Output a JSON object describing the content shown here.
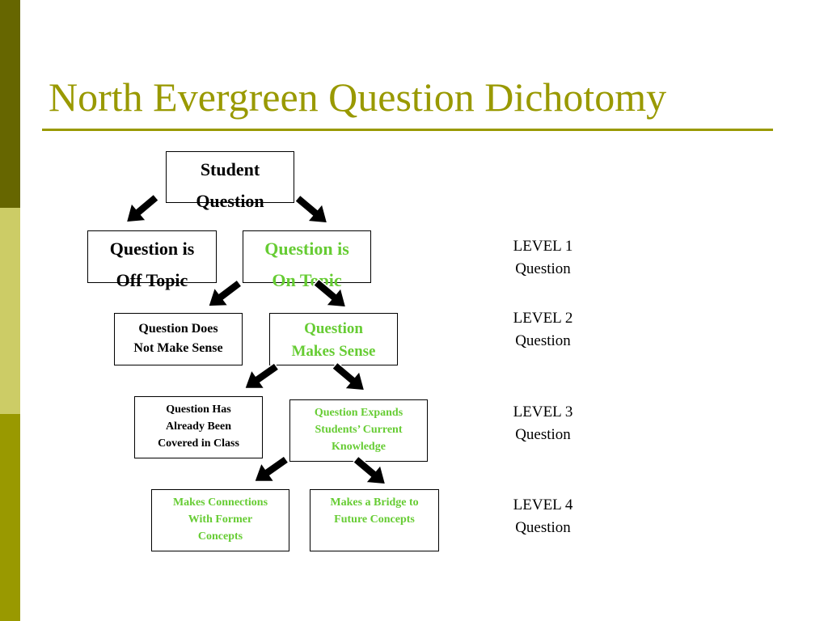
{
  "slide": {
    "title": "North Evergreen Question Dichotomy",
    "colors": {
      "title": "#999900",
      "sidebar_dark": "#666600",
      "sidebar_light": "#cccc66",
      "sidebar_mid": "#999900",
      "green_text": "#66cc33",
      "black_text": "#000000"
    }
  },
  "diagram": {
    "nodes": {
      "student_question": {
        "lines": [
          "Student",
          "Question"
        ]
      },
      "off_topic": {
        "lines": [
          "Question is",
          "Off Topic"
        ]
      },
      "on_topic": {
        "lines": [
          "Question is",
          "On Topic"
        ]
      },
      "does_not_make_sense": {
        "lines": [
          "Question Does",
          "Not Make Sense"
        ]
      },
      "makes_sense": {
        "lines": [
          "Question",
          "Makes Sense"
        ]
      },
      "already_covered": {
        "lines": [
          "Question Has",
          "Already Been",
          "Covered in Class"
        ]
      },
      "expands_knowledge": {
        "lines": [
          "Question Expands",
          "Students’ Current",
          "Knowledge"
        ]
      },
      "makes_connections": {
        "lines": [
          "Makes Connections",
          "With Former",
          "Concepts"
        ]
      },
      "makes_bridge": {
        "lines": [
          "Makes a Bridge to",
          "Future Concepts"
        ]
      }
    },
    "edges": [
      {
        "from": "student_question",
        "to": "off_topic"
      },
      {
        "from": "student_question",
        "to": "on_topic"
      },
      {
        "from": "on_topic",
        "to": "does_not_make_sense"
      },
      {
        "from": "on_topic",
        "to": "makes_sense"
      },
      {
        "from": "makes_sense",
        "to": "already_covered"
      },
      {
        "from": "makes_sense",
        "to": "expands_knowledge"
      },
      {
        "from": "expands_knowledge",
        "to": "makes_connections"
      },
      {
        "from": "expands_knowledge",
        "to": "makes_bridge"
      }
    ],
    "levels": [
      {
        "level": "LEVEL 1",
        "label": "Question"
      },
      {
        "level": "LEVEL 2",
        "label": "Question"
      },
      {
        "level": "LEVEL 3",
        "label": "Question"
      },
      {
        "level": "LEVEL 4",
        "label": "Question"
      }
    ]
  }
}
